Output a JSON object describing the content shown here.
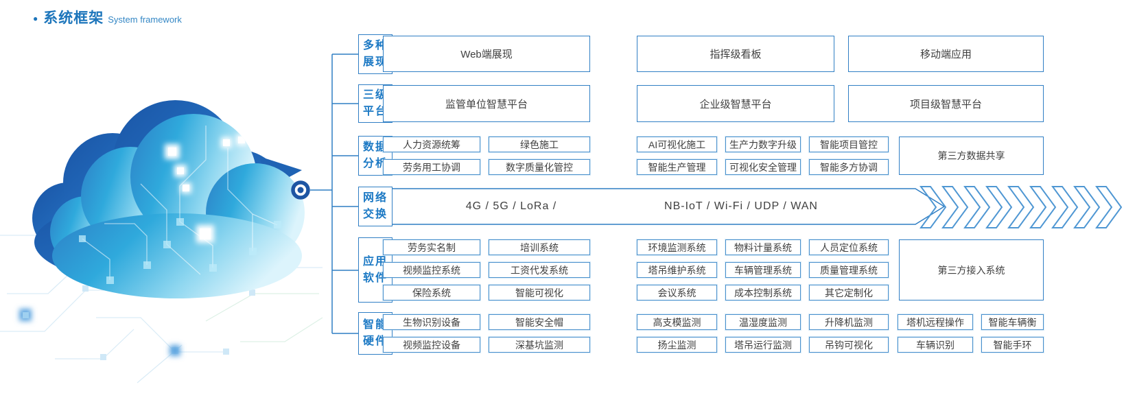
{
  "title": {
    "zh": "系统框架",
    "en": "System framework"
  },
  "colors": {
    "accent_blue": "#1c75bb",
    "box_border_blue": "#2f7ec4",
    "small_box_border": "#4a90cc",
    "box_text": "#3f3f3f",
    "node_ring": "#1d55a3",
    "chevron": "#4f97d3",
    "cloud_dark": "#1a55a6",
    "cloud_light": "#8fd7f0"
  },
  "sections": {
    "display": {
      "label": [
        "多种",
        "展现"
      ],
      "boxes": [
        "Web端展现",
        "指挥级看板",
        "移动端应用"
      ]
    },
    "platform": {
      "label": [
        "三级",
        "平台"
      ],
      "boxes": [
        "监管单位智慧平台",
        "企业级智慧平台",
        "项目级智慧平台"
      ]
    },
    "data_analysis": {
      "label": [
        "数据",
        "分析"
      ],
      "left": [
        [
          "人力资源统筹",
          "绿色施工"
        ],
        [
          "劳务用工协调",
          "数字质量化管控"
        ]
      ],
      "right": [
        [
          "AI可视化施工",
          "生产力数字升级",
          "智能项目管控"
        ],
        [
          "智能生产管理",
          "可视化安全管理",
          "智能多方协调"
        ]
      ],
      "side": "第三方数据共享"
    },
    "network": {
      "label": [
        "网络",
        "交换"
      ],
      "text_left": "4G / 5G / LoRa /",
      "text_right": "NB-IoT / Wi-Fi / UDP / WAN",
      "chevron_count": 9
    },
    "software": {
      "label": [
        "应用",
        "软件"
      ],
      "left": [
        [
          "劳务实名制",
          "培训系统"
        ],
        [
          "视频监控系统",
          "工资代发系统"
        ],
        [
          "保险系统",
          "智能可视化"
        ]
      ],
      "right": [
        [
          "环境监测系统",
          "物料计量系统",
          "人员定位系统"
        ],
        [
          "塔吊维护系统",
          "车辆管理系统",
          "质量管理系统"
        ],
        [
          "会议系统",
          "成本控制系统",
          "其它定制化"
        ]
      ],
      "side": "第三方接入系统"
    },
    "hardware": {
      "label": [
        "智能",
        "硬件"
      ],
      "rows": [
        [
          "生物识别设备",
          "智能安全帽",
          "高支模监测",
          "温湿度监测",
          "升降机监测",
          "塔机远程操作",
          "智能车辆衡"
        ],
        [
          "视频监控设备",
          "深基坑监测",
          "扬尘监测",
          "塔吊运行监测",
          "吊钩可视化",
          "车辆识别",
          "智能手环"
        ]
      ]
    }
  }
}
